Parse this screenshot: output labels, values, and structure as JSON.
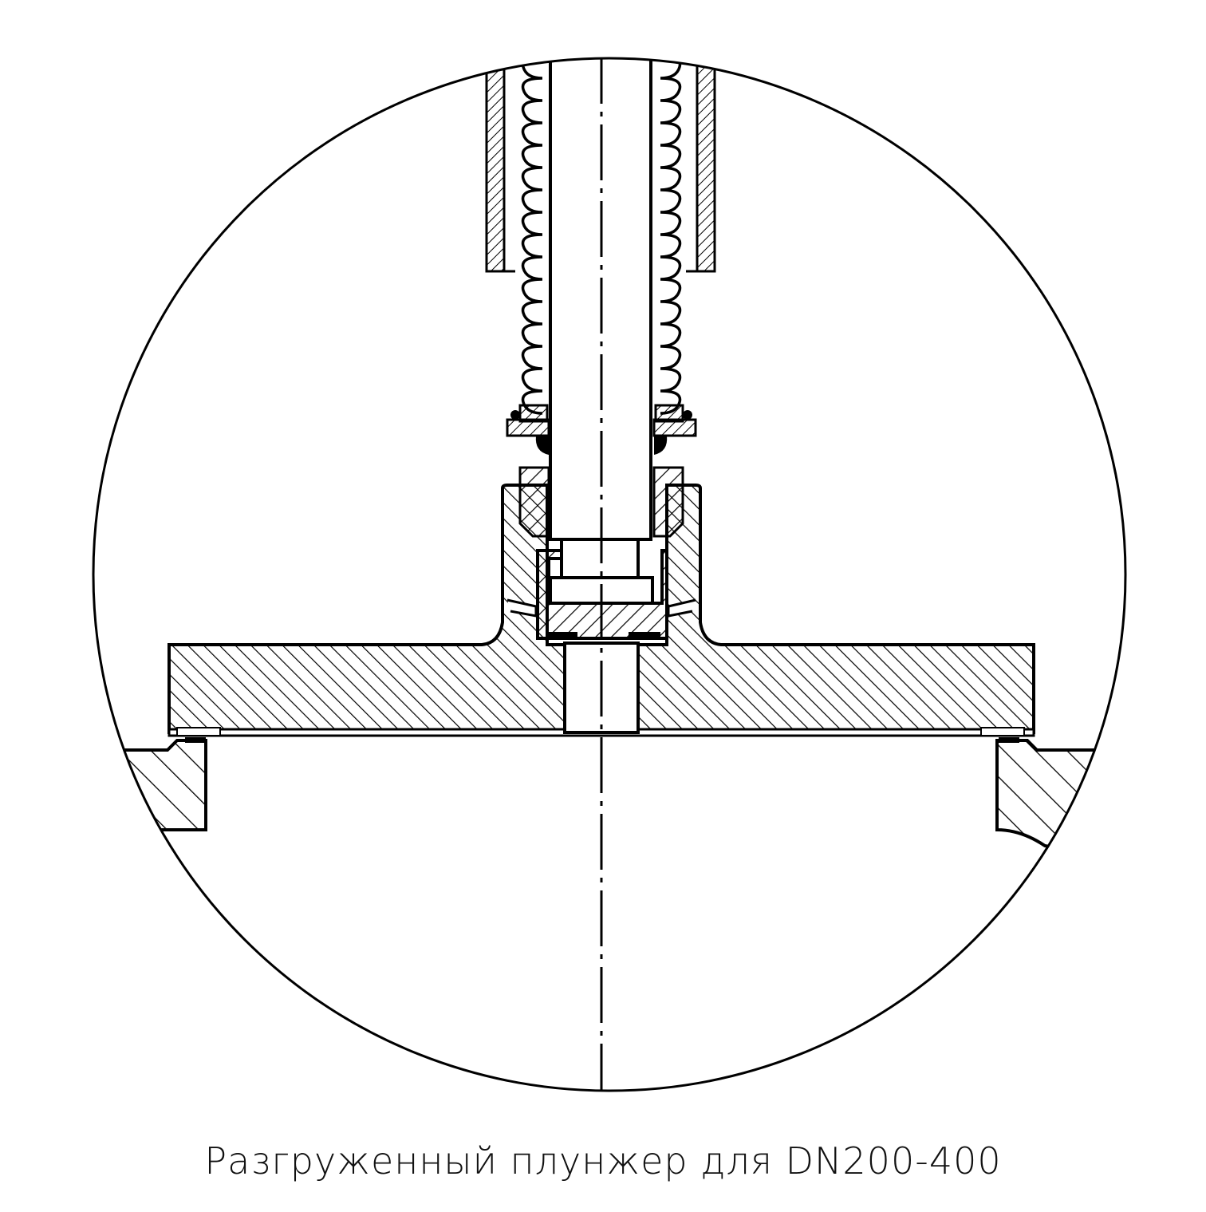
{
  "figure": {
    "caption": "Разгруженный плунжер для DN200-400",
    "view_type": "detail-cross-section",
    "colors": {
      "line": "#000000",
      "background": "#ffffff"
    },
    "components": [
      {
        "name": "detail-circle-boundary"
      },
      {
        "name": "stem"
      },
      {
        "name": "bellows"
      },
      {
        "name": "guide-sleeve"
      },
      {
        "name": "bellows-end-flange"
      },
      {
        "name": "stem-nut"
      },
      {
        "name": "plunger-hub"
      },
      {
        "name": "plunger-disc"
      },
      {
        "name": "balance-bore"
      },
      {
        "name": "seat-ring"
      },
      {
        "name": "seals"
      },
      {
        "name": "centerline"
      }
    ]
  }
}
